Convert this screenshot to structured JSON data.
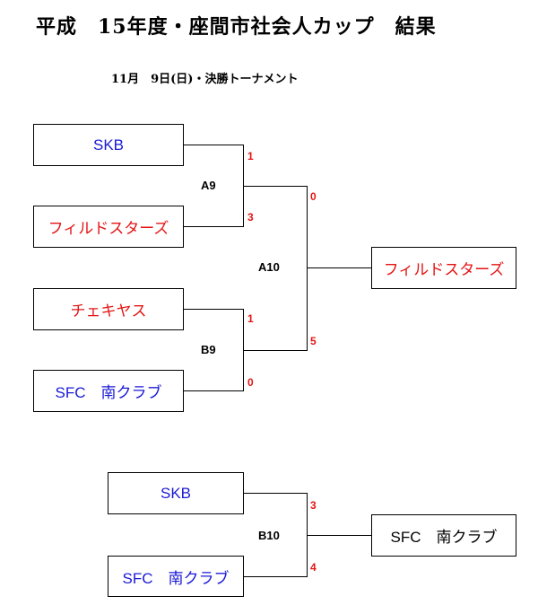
{
  "title": "平成　15年度・座間市社会人カップ　結果",
  "subtitle": "11月　9日(日)・決勝トーナメント",
  "bracket_main": {
    "teams": [
      {
        "name": "SKB",
        "color": "#1a1ad6"
      },
      {
        "name": "フィルドスターズ",
        "color": "#e41414"
      },
      {
        "name": "チェキヤス",
        "color": "#e41414"
      },
      {
        "name": "SFC　南クラブ",
        "color": "#1a1ad6"
      }
    ],
    "matches": {
      "a9": {
        "label": "A9",
        "scores": [
          "1",
          "3"
        ]
      },
      "b9": {
        "label": "B9",
        "scores": [
          "1",
          "0"
        ]
      },
      "a10": {
        "label": "A10",
        "scores": [
          "0",
          "5"
        ]
      }
    },
    "winner": {
      "name": "フィルドスターズ",
      "color": "#e41414"
    }
  },
  "bracket_third": {
    "teams": [
      {
        "name": "SKB",
        "color": "#1a1ad6"
      },
      {
        "name": "SFC　南クラブ",
        "color": "#1a1ad6"
      }
    ],
    "match": {
      "label": "B10",
      "scores": [
        "3",
        "4"
      ]
    },
    "winner": {
      "name": "SFC　南クラブ",
      "color": "#000000"
    }
  }
}
